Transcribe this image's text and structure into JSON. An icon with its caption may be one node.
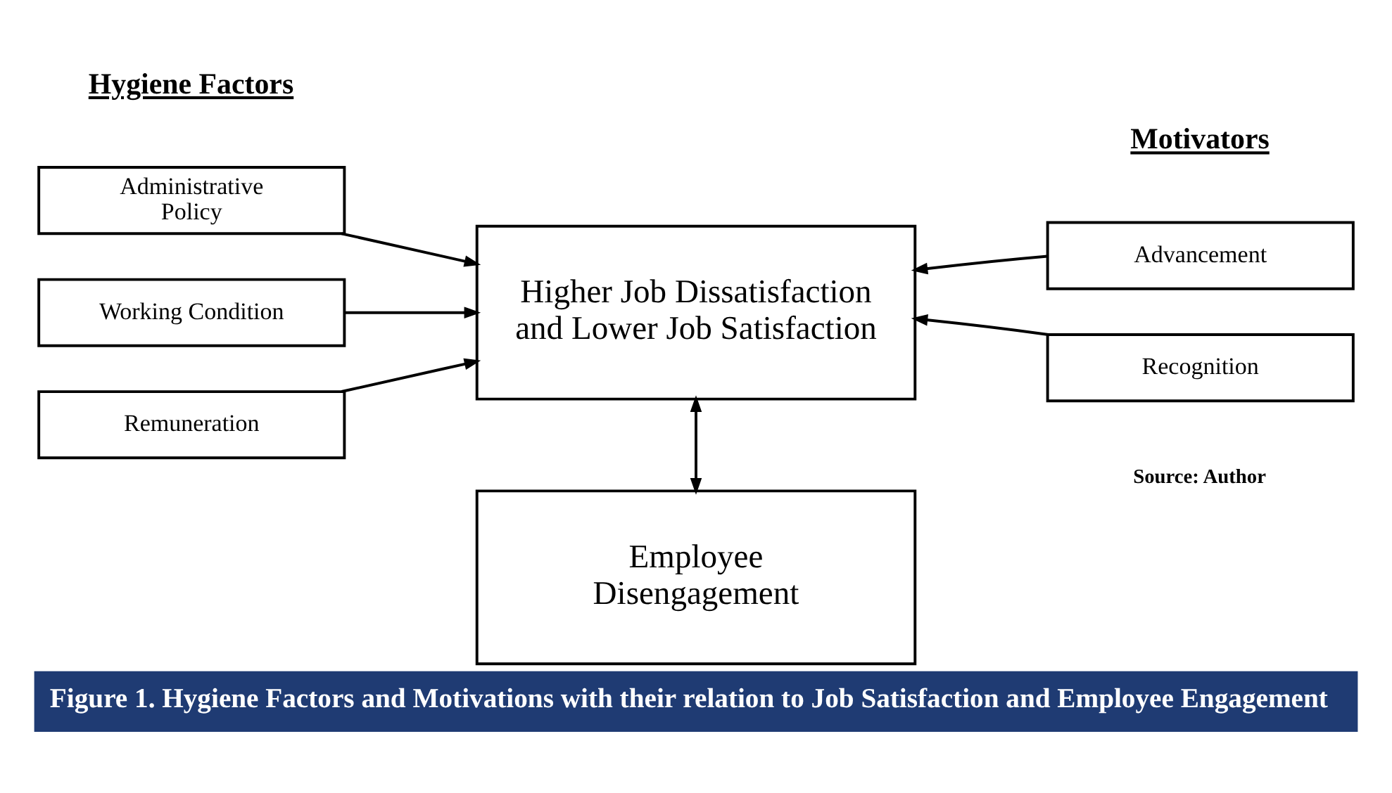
{
  "diagram": {
    "caption": "Figure 1. Hygiene Factors and Motivations with their relation to Job Satisfaction and Employee Engagement",
    "nodes": [
      {
        "text": [
          "Administrative Policy"
        ]
      },
      {
        "text": [
          "Working Condition"
        ]
      },
      {
        "text": [
          "Remuneration"
        ]
      },
      {
        "text": [
          "Higher Job Dissatisfaction and Lower Job Satisfaction"
        ]
      },
      {
        "text": [
          "Employee Disengagement"
        ]
      },
      {
        "text": [
          "Advancement"
        ]
      },
      {
        "text": [
          "Recognition"
        ]
      }
    ],
    "edges": [
      {
        "from": 0,
        "to": 3,
        "arrow": "to"
      },
      {
        "from": 1,
        "to": 3,
        "arrow": "to"
      },
      {
        "from": 2,
        "to": 3,
        "arrow": "to"
      },
      {
        "from": 5,
        "to": 3,
        "arrow": "to"
      },
      {
        "from": 6,
        "to": 3,
        "arrow": "to"
      },
      {
        "from": 3,
        "to": 4,
        "arrow": "both"
      }
    ],
    "labels": [
      "Hygiene Factors",
      "Motivators",
      "Source: Author"
    ]
  }
}
